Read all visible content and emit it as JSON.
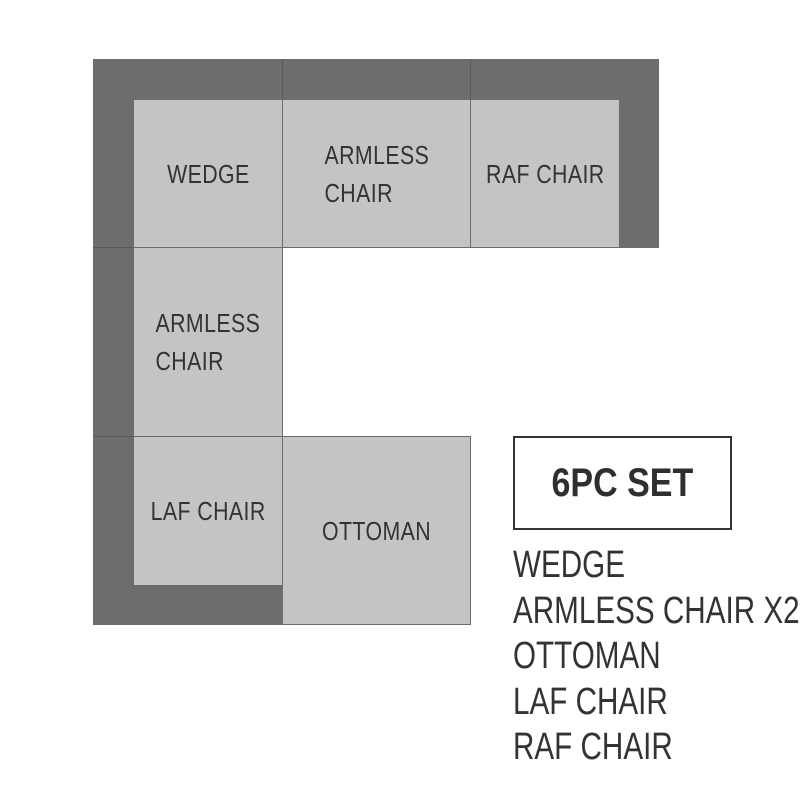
{
  "pieces": {
    "wedge": "WEDGE",
    "armless_top": "ARMLESS\nCHAIR",
    "raf_chair": "RAF CHAIR",
    "armless_left": "ARMLESS\nCHAIR",
    "laf_chair": "LAF CHAIR",
    "ottoman": "OTTOMAN"
  },
  "set": {
    "title": "6PC SET",
    "items": [
      "WEDGE",
      "ARMLESS CHAIR X2",
      "OTTOMAN",
      "LAF CHAIR",
      "RAF CHAIR"
    ]
  },
  "colors": {
    "frame": "#6d6d6d",
    "seat": "#c4c4c4",
    "text": "#333333"
  }
}
